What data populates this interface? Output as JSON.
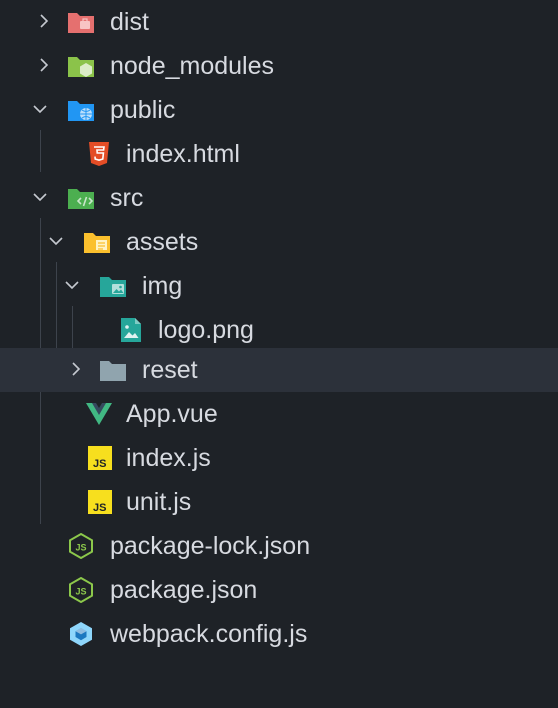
{
  "explorer": {
    "items": [
      {
        "label": "dist",
        "icon": "folder-dist-icon"
      },
      {
        "label": "node_modules",
        "icon": "folder-node-icon"
      },
      {
        "label": "public",
        "icon": "folder-public-icon"
      },
      {
        "label": "index.html",
        "icon": "html5-icon"
      },
      {
        "label": "src",
        "icon": "folder-src-icon"
      },
      {
        "label": "assets",
        "icon": "folder-assets-icon"
      },
      {
        "label": "img",
        "icon": "folder-images-icon"
      },
      {
        "label": "logo.png",
        "icon": "image-file-icon"
      },
      {
        "label": "reset",
        "icon": "folder-icon"
      },
      {
        "label": "App.vue",
        "icon": "vue-icon"
      },
      {
        "label": "index.js",
        "icon": "javascript-icon"
      },
      {
        "label": "unit.js",
        "icon": "javascript-icon"
      },
      {
        "label": "package-lock.json",
        "icon": "nodejs-icon"
      },
      {
        "label": "package.json",
        "icon": "nodejs-icon"
      },
      {
        "label": "webpack.config.js",
        "icon": "webpack-icon"
      }
    ]
  },
  "colors": {
    "background": "#1e2227",
    "selected_row": "#2c313a",
    "text": "#d7dae0",
    "guide": "#3d434c",
    "chevron": "#c5c9d0",
    "dist_folder": "#e5706f",
    "node_folder": "#8bc34a",
    "public_folder": "#2196f3",
    "src_folder": "#4caf50",
    "assets_folder": "#fbc02d",
    "img_folder": "#26a69a",
    "plain_folder": "#90a4ae",
    "html": "#e44d26",
    "vue": "#41b883",
    "js": "#f7df1e",
    "node": "#8cc84b",
    "webpack": "#8ed6fb"
  }
}
